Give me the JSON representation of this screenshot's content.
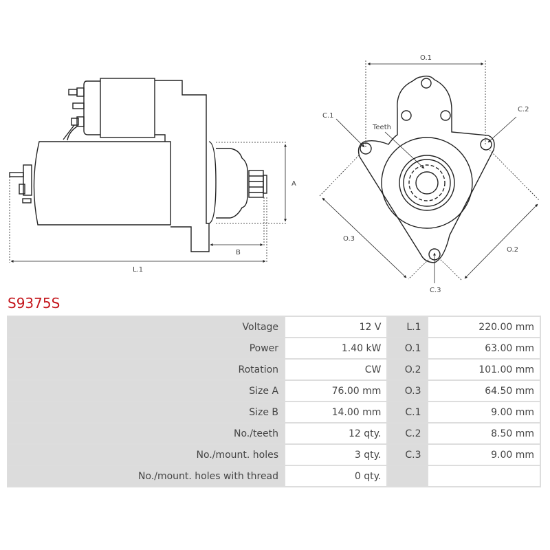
{
  "product_code": "S9375S",
  "diagram_labels": {
    "a": "A",
    "b": "B",
    "l1": "L.1",
    "o1": "O.1",
    "o2": "O.2",
    "o3": "O.3",
    "c1": "C.1",
    "c2": "C.2",
    "c3": "C.3",
    "teeth": "Teeth"
  },
  "specs": [
    {
      "label": "Voltage",
      "value": "12 V",
      "code": "L.1",
      "code_value": "220.00 mm"
    },
    {
      "label": "Power",
      "value": "1.40 kW",
      "code": "O.1",
      "code_value": "63.00 mm"
    },
    {
      "label": "Rotation",
      "value": "CW",
      "code": "O.2",
      "code_value": "101.00 mm"
    },
    {
      "label": "Size A",
      "value": "76.00 mm",
      "code": "O.3",
      "code_value": "64.50 mm"
    },
    {
      "label": "Size B",
      "value": "14.00 mm",
      "code": "C.1",
      "code_value": "9.00 mm"
    },
    {
      "label": "No./teeth",
      "value": "12 qty.",
      "code": "C.2",
      "code_value": "8.50 mm"
    },
    {
      "label": "No./mount. holes",
      "value": "3 qty.",
      "code": "C.3",
      "code_value": "9.00 mm"
    },
    {
      "label": "No./mount. holes with thread",
      "value": "0 qty.",
      "code": "",
      "code_value": ""
    }
  ]
}
